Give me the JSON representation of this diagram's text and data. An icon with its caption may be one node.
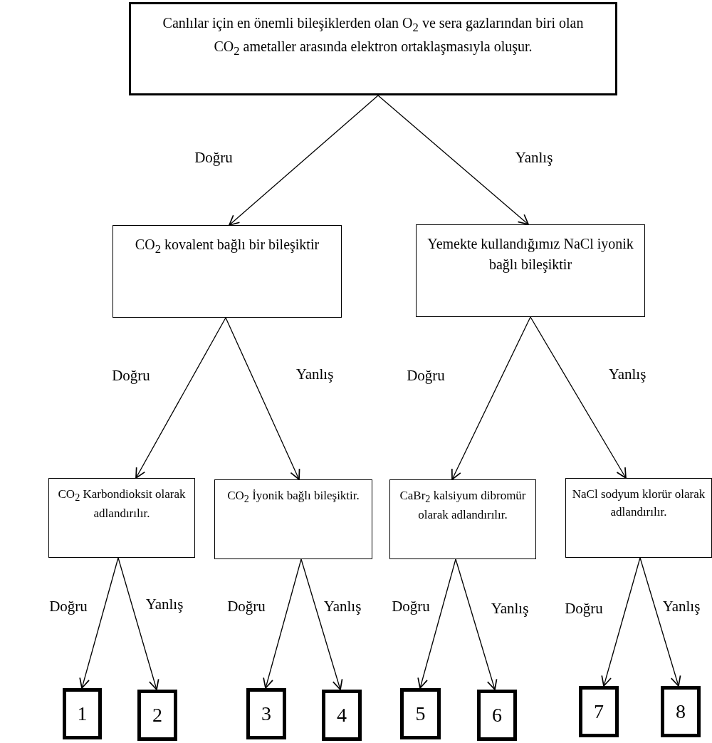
{
  "diagram": {
    "nodes": [
      {
        "text": [
          "Canlılar için en önemli bileşiklerden olan O$_{2}$ ve sera gazlarından biri olan CO$_{2}$ ametaller arasında elektron ortaklaşmasıyla oluşur."
        ]
      },
      {
        "text": [
          "CO$_{2}$ kovalent bağlı bir bileşiktir"
        ]
      },
      {
        "text": [
          "Yemekte kullandığımız NaCl iyonik bağlı bileşiktir"
        ]
      },
      {
        "text": [
          "CO$_{2}$ Karbondioksit olarak adlandırılır."
        ]
      },
      {
        "text": [
          "CO$_{2}$ İyonik bağlı bileşiktir."
        ]
      },
      {
        "text": [
          "CaBr$_{2}$ kalsiyum dibromür olarak adlandırılır."
        ]
      },
      {
        "text": [
          "NaCl sodyum klorür olarak adlandırılır."
        ]
      },
      {
        "text": [
          "1"
        ]
      },
      {
        "text": [
          "2"
        ]
      },
      {
        "text": [
          "3"
        ]
      },
      {
        "text": [
          "4"
        ]
      },
      {
        "text": [
          "5"
        ]
      },
      {
        "text": [
          "6"
        ]
      },
      {
        "text": [
          "7"
        ]
      },
      {
        "text": [
          "8"
        ]
      }
    ],
    "edges": [
      {
        "from": 0,
        "to": 1,
        "arrow": "to",
        "label": "Doğru"
      },
      {
        "from": 0,
        "to": 2,
        "arrow": "to",
        "label": "Yanlış"
      },
      {
        "from": 1,
        "to": 3,
        "arrow": "to",
        "label": "Doğru"
      },
      {
        "from": 1,
        "to": 4,
        "arrow": "to",
        "label": "Yanlış"
      },
      {
        "from": 2,
        "to": 5,
        "arrow": "to",
        "label": "Doğru"
      },
      {
        "from": 2,
        "to": 6,
        "arrow": "to",
        "label": "Yanlış"
      },
      {
        "from": 3,
        "to": 7,
        "arrow": "to",
        "label": "Doğru"
      },
      {
        "from": 3,
        "to": 8,
        "arrow": "to",
        "label": "Yanlış"
      },
      {
        "from": 4,
        "to": 9,
        "arrow": "to",
        "label": "Doğru"
      },
      {
        "from": 4,
        "to": 10,
        "arrow": "to",
        "label": "Yanlış"
      },
      {
        "from": 5,
        "to": 11,
        "arrow": "to",
        "label": "Doğru"
      },
      {
        "from": 5,
        "to": 12,
        "arrow": "to",
        "label": "Yanlış"
      },
      {
        "from": 6,
        "to": 13,
        "arrow": "to",
        "label": "Doğru"
      },
      {
        "from": 6,
        "to": 14,
        "arrow": "to",
        "label": "Yanlış"
      }
    ]
  }
}
